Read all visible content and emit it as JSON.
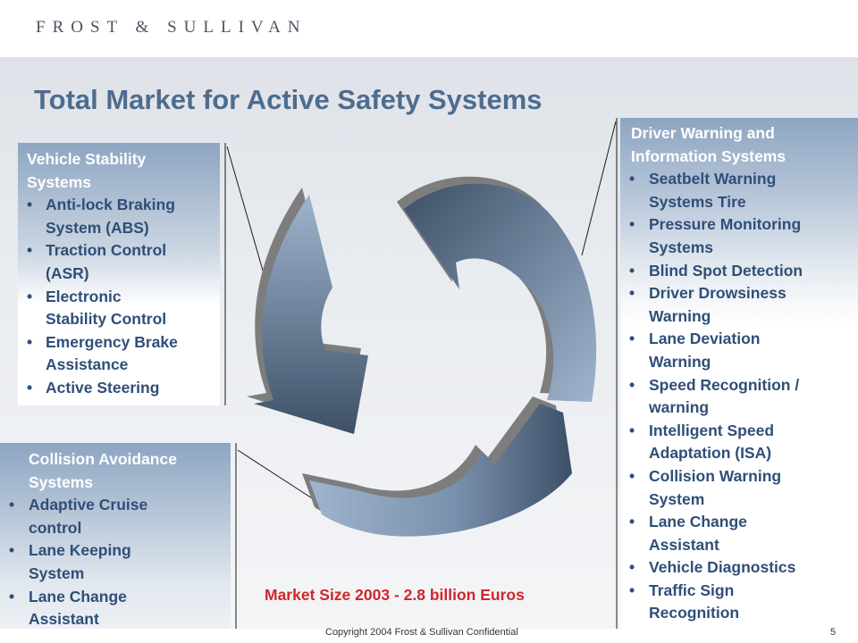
{
  "logo_text": "FROST & SULLIVAN",
  "title": "Total Market for Active Safety Systems",
  "vehicle_stability": {
    "heading": [
      "Vehicle Stability",
      "Systems"
    ],
    "items": [
      [
        "Anti-lock Braking",
        "System (ABS)"
      ],
      [
        "Traction Control",
        "(ASR)"
      ],
      [
        "Electronic",
        "Stability Control"
      ],
      [
        "Emergency Brake",
        "Assistance"
      ],
      [
        "Active Steering"
      ]
    ]
  },
  "collision_avoidance": {
    "heading": [
      "Collision Avoidance",
      "Systems"
    ],
    "items": [
      [
        "Adaptive Cruise",
        "control"
      ],
      [
        "Lane Keeping",
        "System"
      ],
      [
        "Lane Change",
        "Assistant"
      ]
    ]
  },
  "driver_warning": {
    "heading": [
      "Driver Warning and",
      "Information Systems"
    ],
    "items": [
      [
        "Seatbelt Warning",
        "Systems Tire"
      ],
      [
        "Pressure Monitoring",
        "Systems"
      ],
      [
        "Blind Spot Detection"
      ],
      [
        "Driver Drowsiness",
        "Warning"
      ],
      [
        "Lane Deviation",
        "Warning"
      ],
      [
        "Speed Recognition /",
        "warning"
      ],
      [
        "Intelligent Speed",
        "Adaptation (ISA)"
      ],
      [
        "Collision Warning",
        "System"
      ],
      [
        "Lane Change",
        "Assistant"
      ],
      [
        "Vehicle Diagnostics"
      ],
      [
        "Traffic Sign",
        "Recognition"
      ]
    ]
  },
  "market_size": "Market Size 2003 - 2.8 billion Euros",
  "copyright": "Copyright 2004 Frost & Sullivan Confidential",
  "page_number": "5",
  "colors": {
    "title": "#4e6c8e",
    "body_text": "#2f4f78",
    "heading_text": "#ffffff",
    "market_text": "#d1262b",
    "box_top": "#8da5c2",
    "arrow_dark": "#3d5068",
    "arrow_light": "#9fb4cd"
  }
}
